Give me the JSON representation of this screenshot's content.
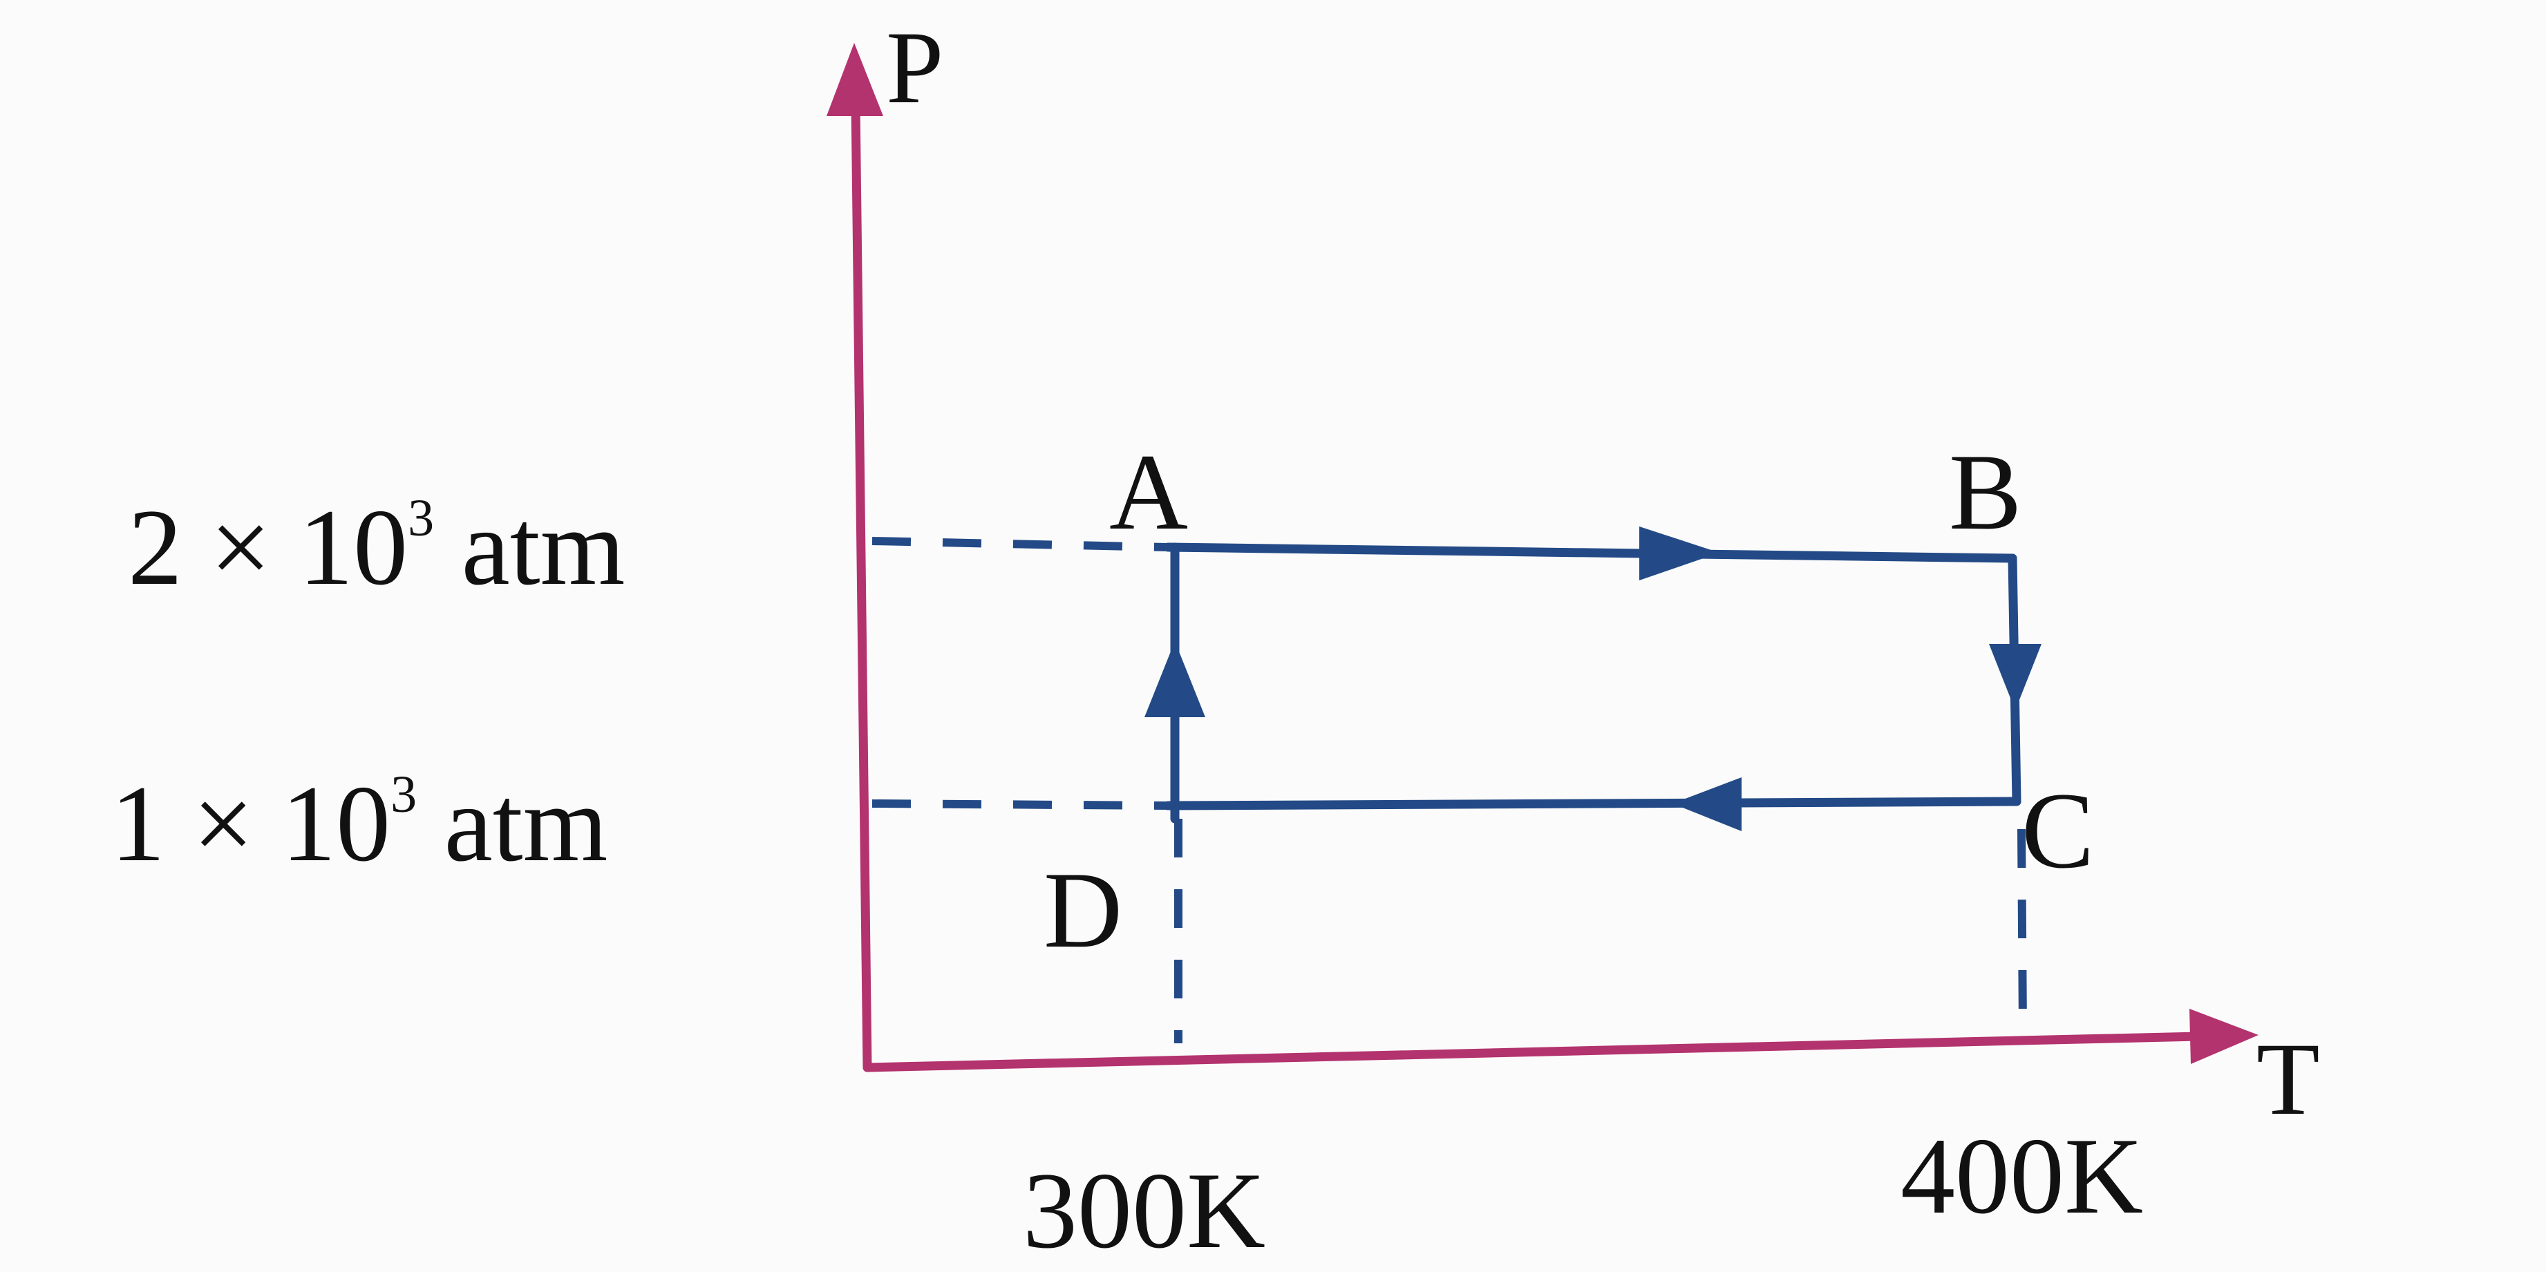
{
  "axes": {
    "y_label": "P",
    "x_label": "T"
  },
  "y_ticks": [
    {
      "mantissa": "2 × 10",
      "exponent": "3",
      "unit": " atm"
    },
    {
      "mantissa": "1 × 10",
      "exponent": "3",
      "unit": " atm"
    }
  ],
  "x_ticks": [
    "300K",
    "400K"
  ],
  "points": {
    "A": "A",
    "B": "B",
    "C": "C",
    "D": "D"
  },
  "colors": {
    "axis": "#b3336e",
    "process": "#234a86",
    "text": "#111111",
    "background": "#fbfbfb"
  }
}
